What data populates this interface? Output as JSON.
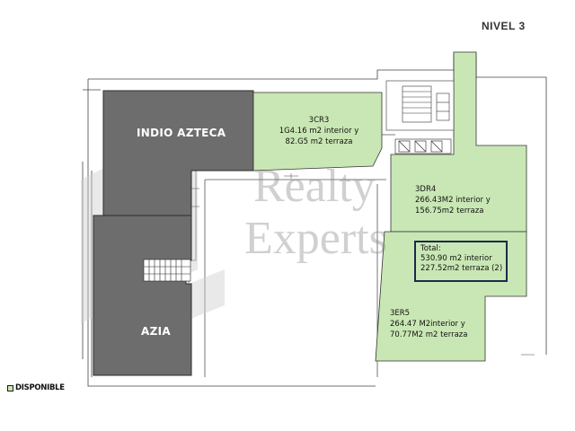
{
  "level_title": "NIVEL 3",
  "units": [
    {
      "id": "indio-azteca",
      "name": "INDIO AZTECA",
      "status": "occupied"
    },
    {
      "id": "azia",
      "name": "AZIA",
      "status": "occupied"
    },
    {
      "id": "3cr3",
      "code": "3CR3",
      "line1": "1G4.16 m2 interior y",
      "line2": "82.G5 m2 terraza",
      "status": "available"
    },
    {
      "id": "3dr4",
      "code": "3DR4",
      "line1": "266.43M2 interior y",
      "line2": "156.75m2 terraza",
      "status": "available"
    },
    {
      "id": "3er5",
      "code": "3ER5",
      "line1": "264.47 M2interior y",
      "line2": "70.77M2 m2 terraza",
      "status": "available"
    }
  ],
  "total": {
    "label": "Total:",
    "line1": "530.90 m2 interior",
    "line2": "227.52m2 terraza (2)"
  },
  "legend": {
    "label": "DISPONIBLE"
  },
  "watermark": {
    "line1": "Realty",
    "line2": "Experts"
  },
  "colors": {
    "occupied": "#6d6d6d",
    "available": "#c9e7b4",
    "total_border": "#1b2a4a"
  }
}
